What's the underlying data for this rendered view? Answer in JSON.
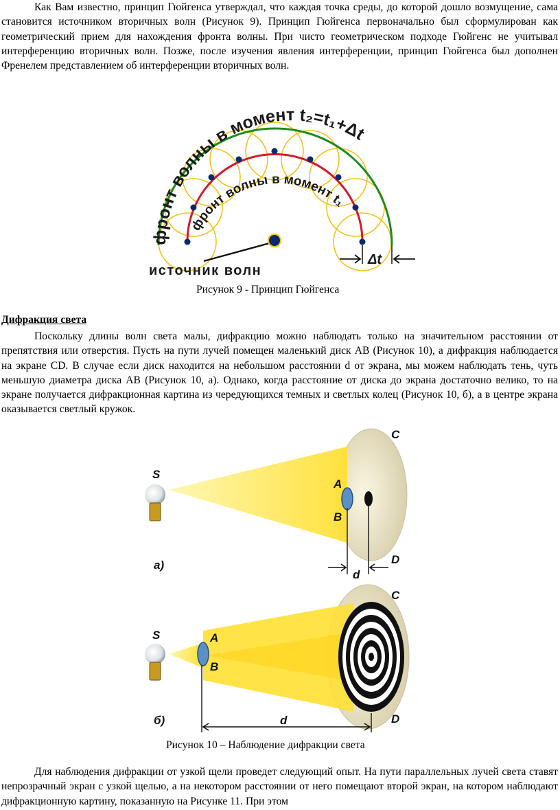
{
  "paragraphs": {
    "intro": "Как Вам известно, принцип Гюйгенса утверждал, что каждая точка среды, до которой дошло возмущение, сама становится источником вторичных волн (Рисунок 9). Принцип Гюйгенса первоначально был сформулирован как геометрический прием для нахождения фронта волны. При чисто геометрическом подходе Гюйгенс не учитывал интерференцию вторичных волн. Позже, после изучения явления интерференции, принцип Гюйгенса был дополнен Френелем представлением об интерференции вторичных волн.",
    "diffraction": "Поскольку длины волн света малы, дифракцию можно наблюдать только на значительном расстоянии от препятствия или отверстия. Пусть на пути лучей помещен маленький диск AB (Рисунок 10), а дифракция наблюдается на экране CD. В случае если диск находится на небольшом расстоянии d от экрана, мы можем наблюдать тень, чуть меньшую диаметра диска AB (Рисунок 10, а). Однако, когда расстояние от диска до экрана достаточно велико, то на экране получается дифракционная картина из чередующихся темных и светлых колец (Рисунок 10, б), а в центре экрана оказывается светлый кружок.",
    "slit": "Для наблюдения дифракции от узкой щели проведет следующий опыт. На пути параллельных лучей света ставят непрозрачный экран с узкой щелью, а на некотором расстоянии от него помещают второй экран, на котором наблюдают дифракционную картину, показанную на Рисунке 11.  При этом"
  },
  "section_heading": "Дифракция света",
  "figure9": {
    "caption": "Рисунок 9 - Принцип Гюйгенса",
    "outer_front_label": "фронт волны в момент t₂=t₁+Δt",
    "inner_front_label": "фронт волны в момент t₁",
    "source_label": "источник волн",
    "delta_label": "Δt",
    "colors": {
      "outer_front": "#1f8a1f",
      "inner_front": "#d01c2a",
      "secondary_waves": "#f2c21a",
      "points": "#0b2a6e"
    }
  },
  "figure10": {
    "caption": "Рисунок 10 – Наблюдение дифракции света",
    "panel_a": {
      "tag": "а)",
      "source": "S",
      "disk_top": "A",
      "disk_bottom": "B",
      "screen_top": "C",
      "screen_bottom": "D",
      "distance": "d"
    },
    "panel_b": {
      "tag": "б)",
      "source": "S",
      "disk_top": "A",
      "disk_bottom": "B",
      "screen_top": "C",
      "screen_bottom": "D",
      "distance": "d"
    },
    "colors": {
      "beam": "#ffe033",
      "screen": "#efe8c8",
      "disk": "#5b8fc7"
    }
  }
}
